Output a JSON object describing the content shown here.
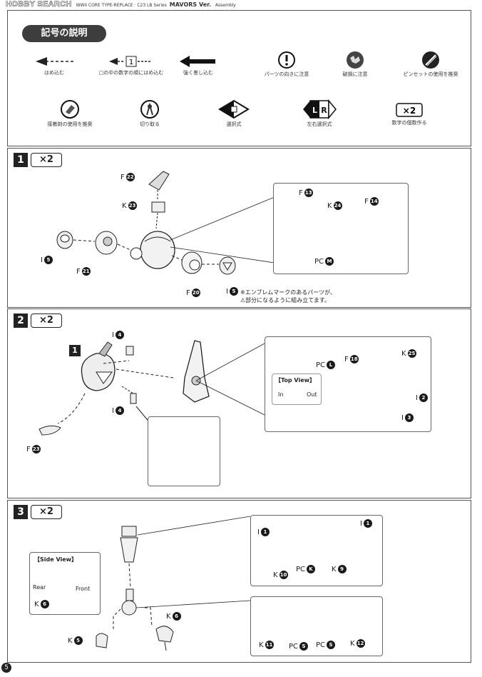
{
  "header": {
    "logo": "HOBBY SEARCH",
    "subtitle": "WWII CORE TYPE-REPLACE · C23 LB Series",
    "title": "MAVORS Ver.",
    "section": "Assembly"
  },
  "legend": {
    "title": "記号の説明",
    "items": [
      {
        "label": "はめ込む"
      },
      {
        "label": "□の中の数字の順にはめ込む",
        "box_num": "1"
      },
      {
        "label": "強く差し込む"
      },
      {
        "label": "パーツの向きに注意"
      },
      {
        "label": "破損に注意"
      },
      {
        "label": "ピンセットの使用を推奨"
      },
      {
        "label": "接着剤の使用を推奨"
      },
      {
        "label": "切り取る"
      },
      {
        "label": "選択式"
      },
      {
        "label": "左右選択式",
        "left": "L",
        "right": "R"
      },
      {
        "label": "数字の個数作る",
        "mult": "×2"
      }
    ]
  },
  "steps": [
    {
      "number": "1",
      "mult": "×2",
      "labels": [
        {
          "pre": "F",
          "num": "22"
        },
        {
          "pre": "K",
          "num": "23"
        },
        {
          "pre": "I",
          "num": "5"
        },
        {
          "pre": "F",
          "num": "21"
        },
        {
          "pre": "F",
          "num": "20"
        },
        {
          "pre": "I",
          "num": "5"
        },
        {
          "pre": "F",
          "num": "13"
        },
        {
          "pre": "K",
          "num": "24"
        },
        {
          "pre": "F",
          "num": "14"
        },
        {
          "pre": "PC",
          "num": "M"
        }
      ],
      "note_line1": "※エンブレムマークのあるパーツが、",
      "note_line2": "⚠部分になるように組み立てます。"
    },
    {
      "number": "2",
      "mult": "×2",
      "labels": [
        {
          "pre": "I",
          "num": "4"
        },
        {
          "pre": "I",
          "num": "4"
        },
        {
          "pre": "F",
          "num": "23"
        },
        {
          "pre": "PC",
          "num": "L"
        },
        {
          "pre": "F",
          "num": "18"
        },
        {
          "pre": "K",
          "num": "25"
        },
        {
          "pre": "I",
          "num": "2"
        },
        {
          "pre": "I",
          "num": "3"
        }
      ],
      "ref_step": "1",
      "top_view": {
        "title": "【Top View】",
        "in": "In",
        "out": "Out"
      }
    },
    {
      "number": "3",
      "mult": "×2",
      "labels": [
        {
          "pre": "I",
          "num": "1"
        },
        {
          "pre": "I",
          "num": "1"
        },
        {
          "pre": "PC",
          "num": "K"
        },
        {
          "pre": "K",
          "num": "10"
        },
        {
          "pre": "K",
          "num": "9"
        },
        {
          "pre": "K",
          "num": "6"
        },
        {
          "pre": "K",
          "num": "5"
        },
        {
          "pre": "K",
          "num": "11"
        },
        {
          "pre": "PC",
          "num": "S"
        },
        {
          "pre": "PC",
          "num": "S"
        },
        {
          "pre": "K",
          "num": "12"
        }
      ],
      "side_view": {
        "title": "【Side View】",
        "rear": "Rear",
        "front": "Front",
        "part_pre": "K",
        "part_num": "6"
      }
    }
  ],
  "page_number": "5"
}
